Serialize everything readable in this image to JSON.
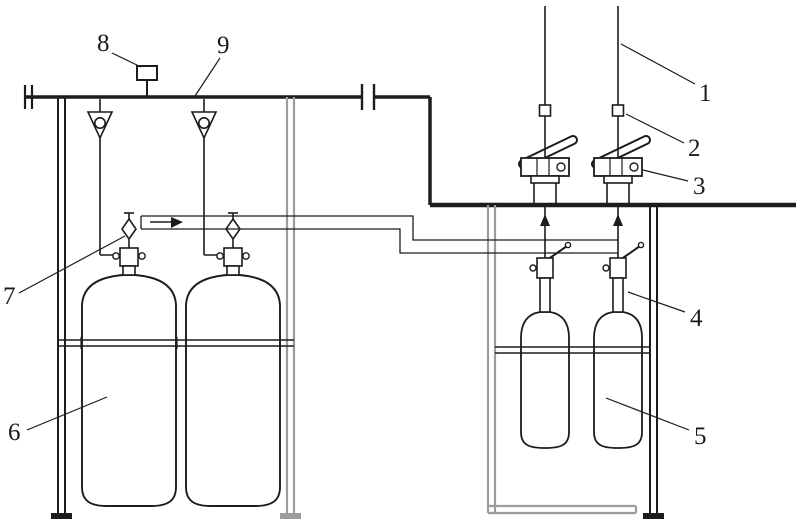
{
  "diagram": {
    "kind": "patent-style technical line drawing",
    "subject": "gas cylinder bank with manifold, check valves and pilot-actuated release units",
    "colors": {
      "background": "#ffffff",
      "ink": "#1c1c1c",
      "frame_gray": "#9c9c9c"
    },
    "labels": [
      {
        "id": "1",
        "target": "riser-pipe"
      },
      {
        "id": "2",
        "target": "small-box-component"
      },
      {
        "id": "3",
        "target": "lever-actuator"
      },
      {
        "id": "4",
        "target": "right-cylinder-valve"
      },
      {
        "id": "5",
        "target": "small-cylinder"
      },
      {
        "id": "6",
        "target": "large-cylinder"
      },
      {
        "id": "7",
        "target": "left-cylinder-valve"
      },
      {
        "id": "8",
        "target": "manifold-instrument"
      },
      {
        "id": "9",
        "target": "manifold-pipe"
      }
    ]
  }
}
